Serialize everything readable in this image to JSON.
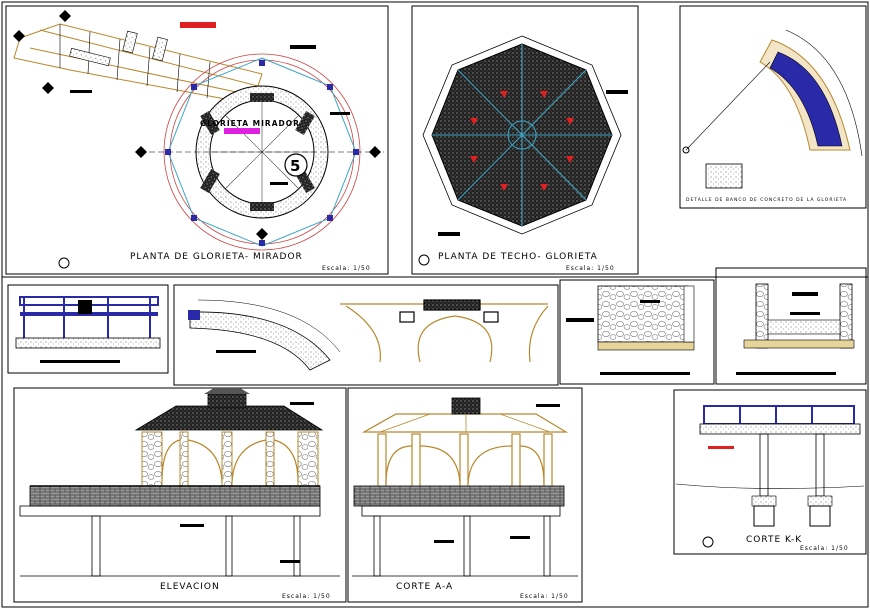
{
  "sheet": {
    "plan_title": "PLANTA DE GLORIETA- MIRADOR",
    "plan_scale": "Escala: 1/50",
    "plan_label": "GLORIETA MIRADOR",
    "plan_number": "5",
    "roof_title": "PLANTA DE TECHO- GLORIETA",
    "roof_scale": "Escala: 1/50",
    "bench_caption": "DETALLE DE BANCO DE CONCRETO DE LA GLORIETA",
    "elev_title": "ELEVACION",
    "elev_scale": "Escala: 1/50",
    "corte_a_title": "CORTE A-A",
    "corte_a_scale": "Escala: 1/50",
    "corte_k_title": "CORTE K-K",
    "corte_k_scale": "Escala: 1/50"
  },
  "colors": {
    "line": "#000000",
    "column": "#d2a24a",
    "blue": "#2a2aa8",
    "red": "#e02020",
    "magenta": "#e020e0",
    "hatch": "#3a3a3a",
    "cyan": "#3aa6c8"
  }
}
